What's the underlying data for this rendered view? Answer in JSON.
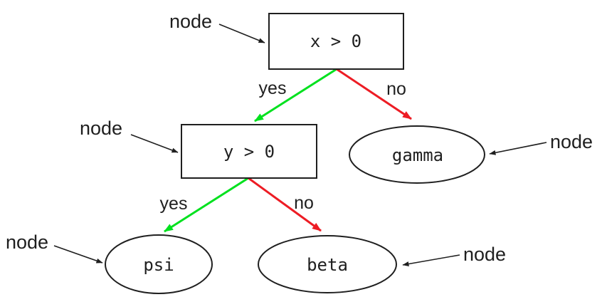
{
  "colors": {
    "background": "#ffffff",
    "outline": "#1f1f1f",
    "ink": "#1f1f1f",
    "yes_edge": "#00e11e",
    "no_edge": "#ed1c24"
  },
  "tree": {
    "root": {
      "label": "x > 0",
      "shape": "box"
    },
    "branch": {
      "label": "y > 0",
      "shape": "box"
    },
    "leaves": {
      "gamma": {
        "label": "gamma",
        "shape": "ellipse"
      },
      "psi": {
        "label": "psi",
        "shape": "ellipse"
      },
      "beta": {
        "label": "beta",
        "shape": "ellipse"
      }
    },
    "edges": [
      {
        "from": "x > 0",
        "to": "y > 0",
        "label": "yes",
        "color": "green"
      },
      {
        "from": "x > 0",
        "to": "gamma",
        "label": "no",
        "color": "red"
      },
      {
        "from": "y > 0",
        "to": "psi",
        "label": "yes",
        "color": "green"
      },
      {
        "from": "y > 0",
        "to": "beta",
        "label": "no",
        "color": "red"
      }
    ],
    "annotation": {
      "label": "node",
      "count": 5
    }
  }
}
